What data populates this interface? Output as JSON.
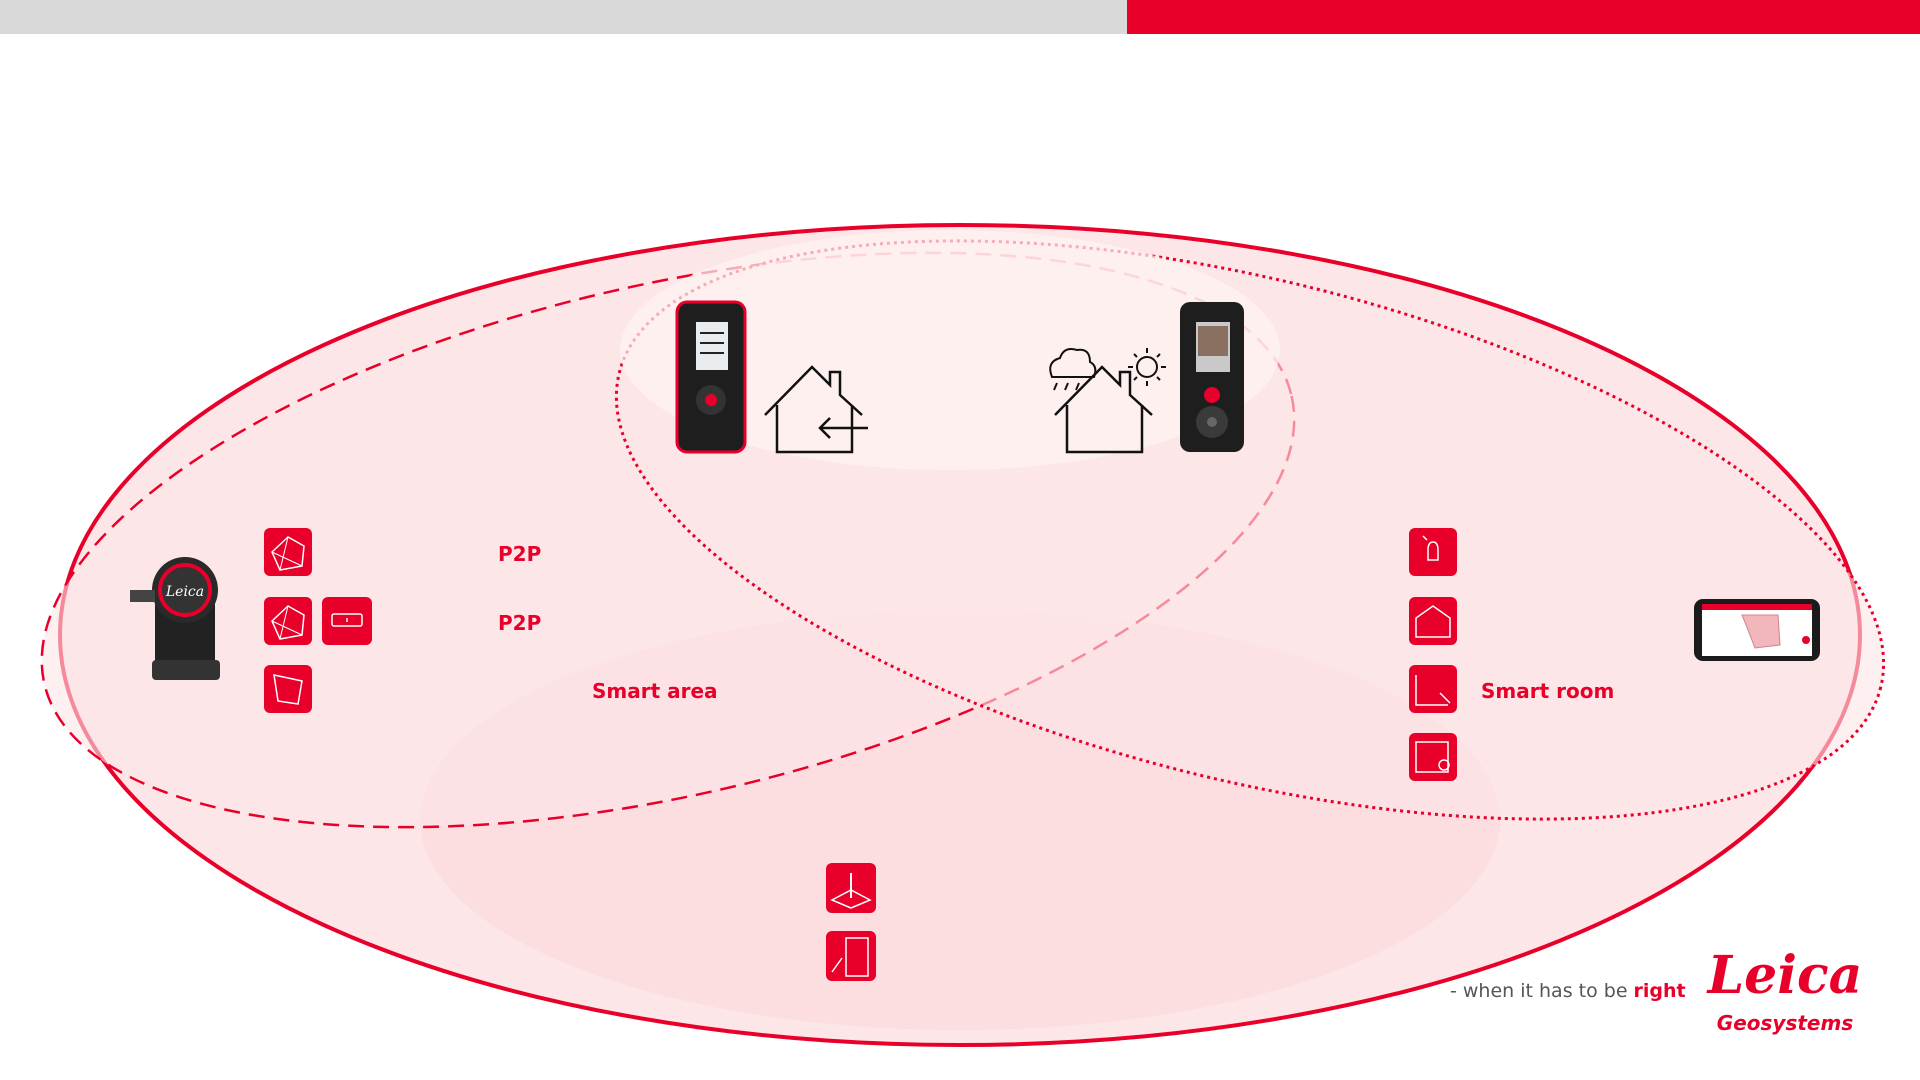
{
  "colors": {
    "accent": "#e8002a",
    "fill_light": "#fde6e8",
    "fill_mid": "#fbd3d7",
    "topbar_grey": "#d9d9d9",
    "tagline_grey": "#555555"
  },
  "labels": {
    "p2p_1": "P2P",
    "p2p_2": "P2P",
    "smart_area": "Smart area",
    "smart_room": "Smart room"
  },
  "tagline": {
    "prefix": "- when it has to be ",
    "emphasis": "right"
  },
  "logo": {
    "brand": "Leica",
    "sub": "Geosystems"
  },
  "icons": {
    "left_group": [
      "p2p-polygon-icon",
      "p2p-polygon-icon",
      "level-icon",
      "area-polygon-icon"
    ],
    "right_group": [
      "touch-point-icon",
      "room-capture-icon",
      "smart-room-icon",
      "room-search-icon"
    ],
    "bottom_group": [
      "stake-out-icon",
      "facade-icon"
    ],
    "scenes": [
      "house-indoor-icon",
      "house-outdoor-icon",
      "rain-cloud-icon",
      "sun-icon"
    ],
    "devices": [
      "disto-sensor-adapter",
      "disto-d510-device",
      "disto-x4-device",
      "smartphone-app"
    ]
  }
}
